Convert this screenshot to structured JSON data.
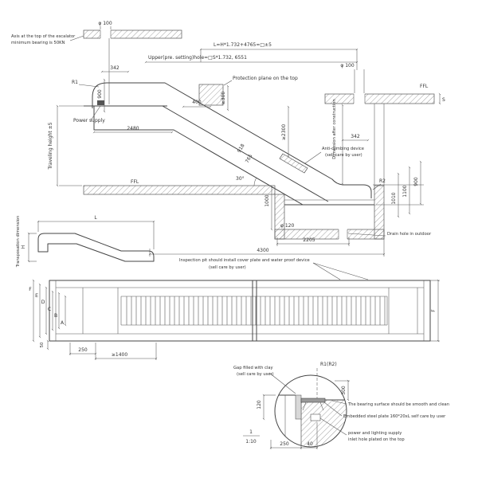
{
  "colors": {
    "ink": "#3a3a3a",
    "bg": "#ffffff"
  },
  "elevation": {
    "axis_note_line1": "Axis at the top of the escalator",
    "axis_note_line2": "minimum bearing is 50KN",
    "phi100_left": "φ 100",
    "phi100_right": "φ 100",
    "formula": "L=H*1.732+4765=□±5",
    "upper_hole": "Upper(pre. setting)hole=□S*1.732, 6551",
    "dim_342_top": "342",
    "dim_900_left": "900",
    "r1": "R1",
    "power_supply": "Power supply",
    "traveling_height": "Traveling height ±5",
    "dim_2480": "2480",
    "dim_400": "400",
    "dim_ge300": "≥300",
    "protection_plane": "Protection plane on the top",
    "ffl_right": "FFL",
    "ffl_left": "FFL",
    "dim_s": "S",
    "dim_after_construction": "Dimension after construction",
    "dim_ge2300": "≥2300",
    "dim_342_right": "342",
    "anti_climbing_line1": "Anti-climbing device",
    "anti_climbing_line2": "(sell care by user)",
    "dim_900_right": "900",
    "dim_1100": "1100",
    "dim_1010": "1010",
    "r2": "R2",
    "angle_30": "30°",
    "dim_1000": "1000",
    "dim_918": "918",
    "dim_765": "765",
    "phi_120": "φ 120",
    "dim_2205": "2205",
    "dim_4300": "4300",
    "drain_note": "Drain hole in outdoor"
  },
  "profile": {
    "title": "Transposation dimension",
    "dim_l": "L",
    "dim_h": "H"
  },
  "plan": {
    "note_line1": "Inspection pit should install cover plate and water proof device",
    "note_line2": "(sell care by user)",
    "dims_left": [
      "F",
      "E",
      "D",
      "C",
      "B",
      "A"
    ],
    "dim_50": "50",
    "dim_250": "250",
    "dim_ge1400": "≥1400",
    "dim_f_right": "F"
  },
  "detail": {
    "gap_note_line1": "Gap filled with clay",
    "gap_note_line2": "(sell care by user)",
    "r1_r2": "R1(R2)",
    "dim_120": "120",
    "dim_300": "300",
    "bearing_note": "The bearing surface should be smooth and clean",
    "embedded_note": "Embedded steel plate 160*20xL self care by user",
    "power_note_line1": "power and lighting supply",
    "power_note_line2": "inlet hole plated on the top",
    "dim_250": "250",
    "dim_40": "40",
    "scale_numerator": "1",
    "scale_value": "1:10"
  }
}
